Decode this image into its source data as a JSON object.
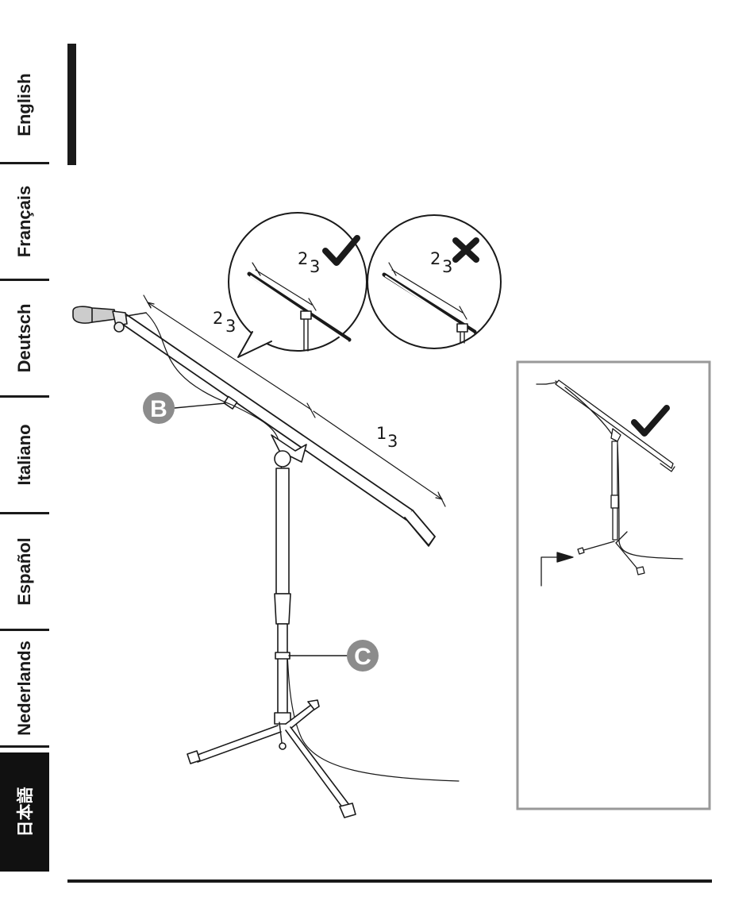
{
  "languages": [
    {
      "label": "English"
    },
    {
      "label": "Français"
    },
    {
      "label": "Deutsch"
    },
    {
      "label": "Italiano"
    },
    {
      "label": "Español"
    },
    {
      "label": "Nederlands"
    },
    {
      "label": "日本語"
    }
  ],
  "active_language": "日本語",
  "diagram": {
    "ratio_long_num": "2",
    "ratio_long_den": "3",
    "ratio_short_num": "1",
    "ratio_short_den": "3",
    "callout_good_num": "2",
    "callout_good_den": "3",
    "callout_bad_num": "2",
    "callout_bad_den": "3",
    "label_b": "B",
    "label_c": "C",
    "check_icon": "check-icon",
    "cross_icon": "cross-icon"
  },
  "colors": {
    "ink": "#1a1a1a",
    "badge": "#8c8c8c",
    "frame": "#999999"
  }
}
